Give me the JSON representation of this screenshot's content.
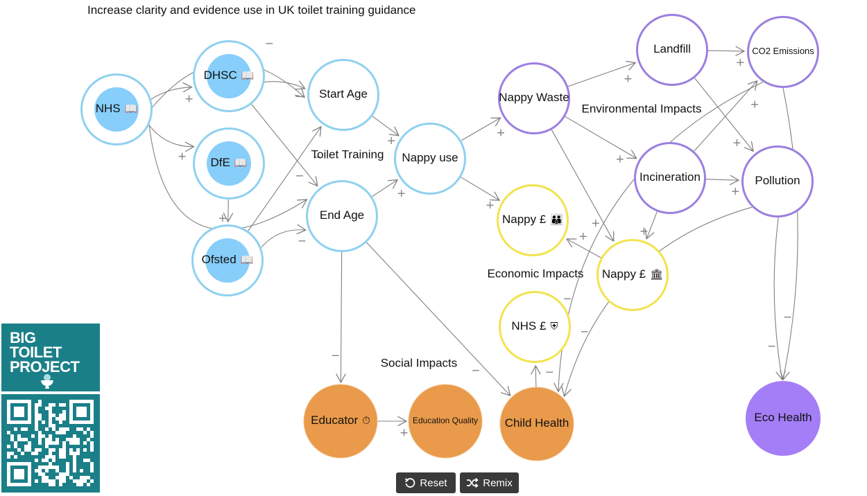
{
  "title": "Increase clarity and evidence use in UK toilet training guidance",
  "colors": {
    "policy_ring": "#8fd1ef",
    "policy_fill": "#87cefa",
    "training_ring": "#8fd1ef",
    "environment_ring": "#9b7fe0",
    "economic_ring": "#f2e34f",
    "social_fill": "#e99a4a",
    "eco_fill": "#a47ef7",
    "edge": "#808080",
    "sign": "#888888",
    "logo_bg": "#1b7f88",
    "button_bg": "#3a3a3a"
  },
  "groups": [
    {
      "id": "toilet-training",
      "label": "Toilet Training"
    },
    {
      "id": "environmental-impacts",
      "label": "Environmental Impacts"
    },
    {
      "id": "economic-impacts",
      "label": "Economic Impacts"
    },
    {
      "id": "social-impacts",
      "label": "Social Impacts"
    }
  ],
  "nodes": [
    {
      "id": "nhs",
      "label": "NHS",
      "icon": "book-icon",
      "icon_glyph": "📖",
      "kind": "policy"
    },
    {
      "id": "dhsc",
      "label": "DHSC",
      "icon": "book-icon",
      "icon_glyph": "📖",
      "kind": "policy"
    },
    {
      "id": "dfe",
      "label": "DfE",
      "icon": "book-icon",
      "icon_glyph": "📖",
      "kind": "policy"
    },
    {
      "id": "ofsted",
      "label": "Ofsted",
      "icon": "book-icon",
      "icon_glyph": "📖",
      "kind": "policy"
    },
    {
      "id": "start-age",
      "label": "Start Age",
      "kind": "training"
    },
    {
      "id": "end-age",
      "label": "End Age",
      "kind": "training"
    },
    {
      "id": "nappy-use",
      "label": "Nappy use",
      "kind": "training"
    },
    {
      "id": "nappy-waste",
      "label": "Nappy Waste",
      "kind": "environment"
    },
    {
      "id": "landfill",
      "label": "Landfill",
      "kind": "environment"
    },
    {
      "id": "co2",
      "label": "CO2 Emissions",
      "kind": "environment"
    },
    {
      "id": "incineration",
      "label": "Incineration",
      "kind": "environment"
    },
    {
      "id": "pollution",
      "label": "Pollution",
      "kind": "environment"
    },
    {
      "id": "nappy-cost-family",
      "label": "Nappy £",
      "icon": "family-icon",
      "icon_glyph": "👪",
      "kind": "economic"
    },
    {
      "id": "nappy-cost-council",
      "label": "Nappy £",
      "icon": "government-building-icon",
      "icon_glyph": "🏛",
      "kind": "economic"
    },
    {
      "id": "nhs-cost",
      "label": "NHS £",
      "icon": "medical-shield-icon",
      "icon_glyph": "⛨",
      "kind": "economic"
    },
    {
      "id": "educator",
      "label": "Educator",
      "icon": "stopwatch-icon",
      "icon_glyph": "⏱",
      "kind": "social"
    },
    {
      "id": "education-quality",
      "label": "Education Quality",
      "kind": "social"
    },
    {
      "id": "child-health",
      "label": "Child Health",
      "kind": "social"
    },
    {
      "id": "eco-health",
      "label": "Eco Health",
      "kind": "eco"
    }
  ],
  "edges": [
    {
      "from": "nhs",
      "to": "dhsc",
      "sign": "+"
    },
    {
      "from": "nhs",
      "to": "dfe",
      "sign": "+"
    },
    {
      "from": "nhs",
      "to": "start-age",
      "sign": "−"
    },
    {
      "from": "nhs",
      "to": "end-age",
      "sign": "−"
    },
    {
      "from": "dhsc",
      "to": "start-age",
      "sign": "−"
    },
    {
      "from": "dhsc",
      "to": "end-age",
      "sign": "−"
    },
    {
      "from": "dfe",
      "to": "ofsted",
      "sign": "+"
    },
    {
      "from": "ofsted",
      "to": "start-age",
      "sign": "−"
    },
    {
      "from": "ofsted",
      "to": "end-age",
      "sign": "−"
    },
    {
      "from": "start-age",
      "to": "nappy-use",
      "sign": "+"
    },
    {
      "from": "end-age",
      "to": "nappy-use",
      "sign": "+"
    },
    {
      "from": "end-age",
      "to": "educator",
      "sign": "−"
    },
    {
      "from": "end-age",
      "to": "child-health",
      "sign": "−"
    },
    {
      "from": "nappy-use",
      "to": "nappy-waste",
      "sign": "+"
    },
    {
      "from": "nappy-use",
      "to": "nappy-cost-family",
      "sign": "+"
    },
    {
      "from": "nappy-waste",
      "to": "landfill",
      "sign": "+"
    },
    {
      "from": "nappy-waste",
      "to": "incineration",
      "sign": "+"
    },
    {
      "from": "nappy-waste",
      "to": "nappy-cost-council",
      "sign": "+"
    },
    {
      "from": "landfill",
      "to": "co2",
      "sign": "+"
    },
    {
      "from": "landfill",
      "to": "pollution",
      "sign": "+"
    },
    {
      "from": "incineration",
      "to": "co2",
      "sign": "+"
    },
    {
      "from": "incineration",
      "to": "pollution",
      "sign": "+"
    },
    {
      "from": "incineration",
      "to": "nappy-cost-council",
      "sign": "+"
    },
    {
      "from": "nappy-cost-council",
      "to": "nappy-cost-family",
      "sign": "+"
    },
    {
      "from": "co2",
      "to": "eco-health",
      "sign": "−"
    },
    {
      "from": "co2",
      "to": "child-health",
      "sign": "−"
    },
    {
      "from": "pollution",
      "to": "eco-health",
      "sign": "−"
    },
    {
      "from": "pollution",
      "to": "child-health",
      "sign": "−"
    },
    {
      "from": "educator",
      "to": "education-quality",
      "sign": "+"
    },
    {
      "from": "child-health",
      "to": "nhs-cost",
      "sign": "−"
    }
  ],
  "logo": {
    "lines": [
      "BIG",
      "TOILET",
      "PROJECT"
    ],
    "qr_label": "qr-code"
  },
  "buttons": {
    "reset": {
      "label": "Reset",
      "icon": "reset-icon"
    },
    "remix": {
      "label": "Remix",
      "icon": "shuffle-icon"
    }
  }
}
